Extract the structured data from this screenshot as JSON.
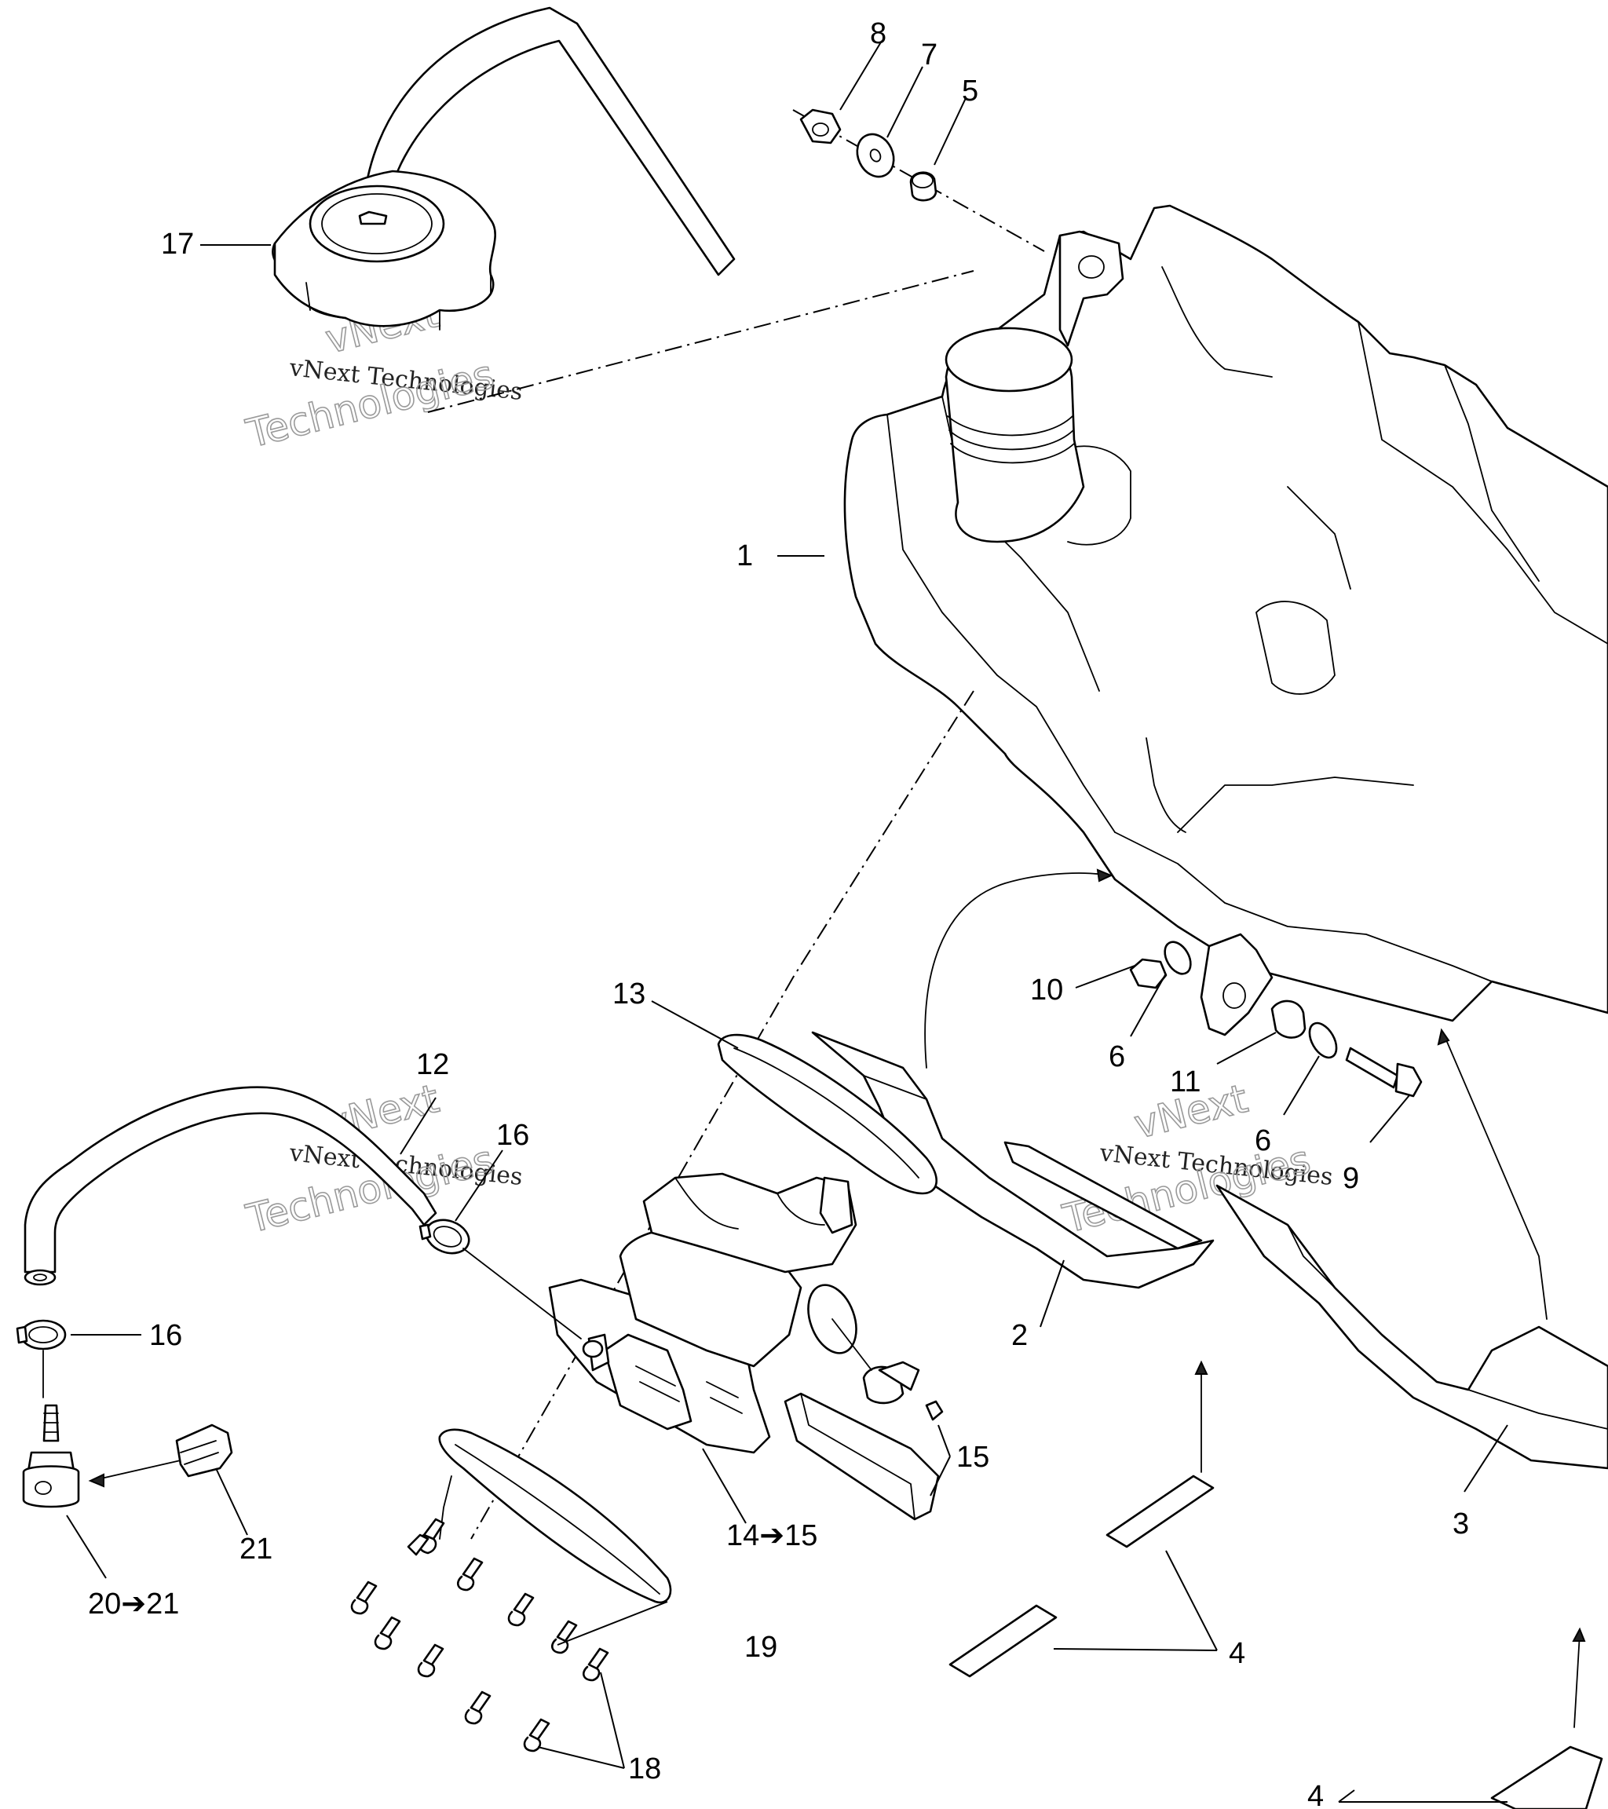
{
  "diagram": {
    "callouts": {
      "c1": "1",
      "c2": "2",
      "c3": "3",
      "c4a": "4",
      "c4b": "4",
      "c5": "5",
      "c6a": "6",
      "c6b": "6",
      "c7": "7",
      "c8": "8",
      "c9": "9",
      "c10": "10",
      "c11": "11",
      "c12": "12",
      "c13": "13",
      "c14": "14➔15",
      "c15": "15",
      "c16a": "16",
      "c16b": "16",
      "c17": "17",
      "c18": "18",
      "c19": "19",
      "c20": "20➔21",
      "c21": "21"
    },
    "watermark": {
      "line1": "vNext Technologies",
      "line2": "vNext",
      "line3": "Technologies"
    }
  }
}
